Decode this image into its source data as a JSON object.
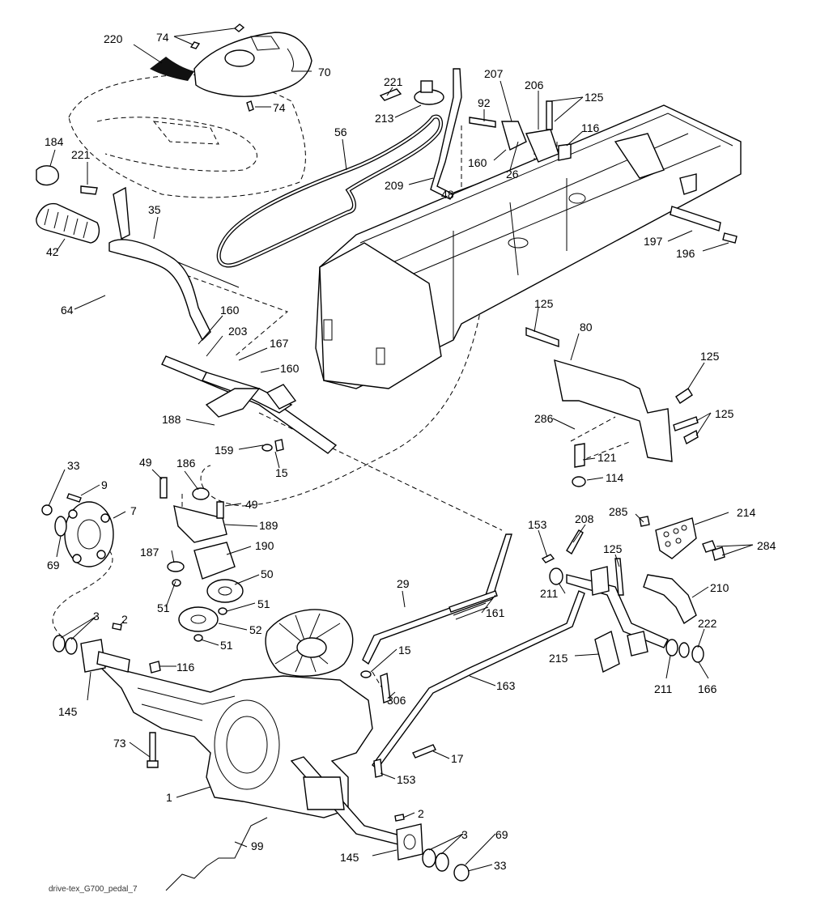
{
  "caption": "drive-tex_G700_pedal_7",
  "labels": [
    "220",
    "74",
    "70",
    "74",
    "221",
    "213",
    "207",
    "206",
    "125",
    "92",
    "116",
    "184",
    "221",
    "56",
    "160",
    "26",
    "209",
    "48",
    "35",
    "42",
    "197",
    "196",
    "64",
    "160",
    "125",
    "80",
    "203",
    "167",
    "160",
    "125",
    "188",
    "286",
    "125",
    "159",
    "15",
    "33",
    "9",
    "7",
    "49",
    "186",
    "49",
    "121",
    "114",
    "189",
    "69",
    "187",
    "190",
    "285",
    "214",
    "153",
    "208",
    "284",
    "125",
    "50",
    "51",
    "51",
    "211",
    "210",
    "3",
    "2",
    "29",
    "161",
    "222",
    "52",
    "51",
    "15",
    "215",
    "116",
    "211",
    "166",
    "306",
    "145",
    "163",
    "73",
    "17",
    "153",
    "1",
    "2",
    "99",
    "3",
    "69",
    "145",
    "33"
  ],
  "colors": {
    "ink": "#000000",
    "fill": "#ffffff",
    "dark_part": "#111111"
  }
}
